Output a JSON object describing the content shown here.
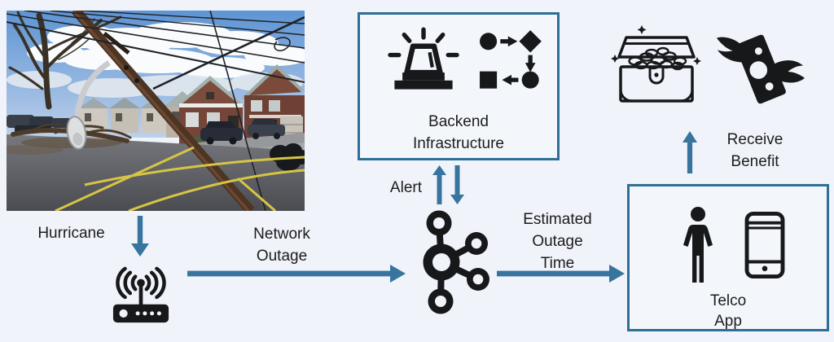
{
  "colors": {
    "background": "#F0F3F9",
    "box_background": "#F3F6FB",
    "accent_blue": "#37749E",
    "box_border": "#2F6F96",
    "icon": "#17181A",
    "text": "#1C1C1C"
  },
  "labels": {
    "hurricane": "Hurricane",
    "network_outage": [
      "Network",
      "Outage"
    ],
    "alert": "Alert",
    "backend_infrastructure": [
      "Backend",
      "Infrastructure"
    ],
    "estimated_outage_time": [
      "Estimated",
      "Outage",
      "Time"
    ],
    "telco_app": [
      "Telco",
      "App"
    ],
    "receive_benefit": [
      "Receive",
      "Benefit"
    ]
  },
  "icons": {
    "hurricane_photo": "hurricane-damage-photo",
    "router": "wifi-router-icon",
    "broker": "kafka-broker-icon",
    "siren": "siren-icon",
    "workflow": "workflow-icon",
    "person": "person-icon",
    "smartphone": "smartphone-icon",
    "treasure_chest": "treasure-chest-icon",
    "flying_money": "flying-money-icon"
  }
}
